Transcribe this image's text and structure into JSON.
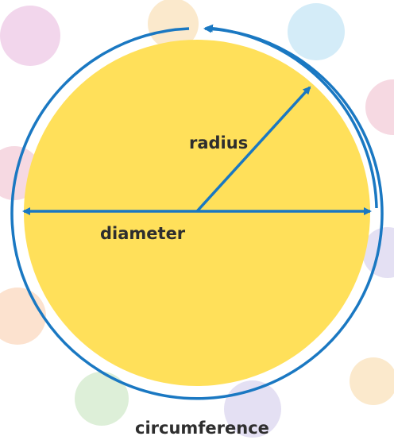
{
  "labels": {
    "radius": "radius",
    "diameter": "diameter",
    "circumference": "circumference"
  },
  "colors": {
    "circle_fill": "#FFE05A",
    "line": "#1A78C2",
    "label_text": "#2E2E2E",
    "background": "#FFFFFF",
    "confetti": [
      "#F2D6EC",
      "#FBE9CC",
      "#D4ECF8",
      "#F6D9E2",
      "#DDEFD8",
      "#E4E0F3",
      "#FCE2CF"
    ]
  }
}
